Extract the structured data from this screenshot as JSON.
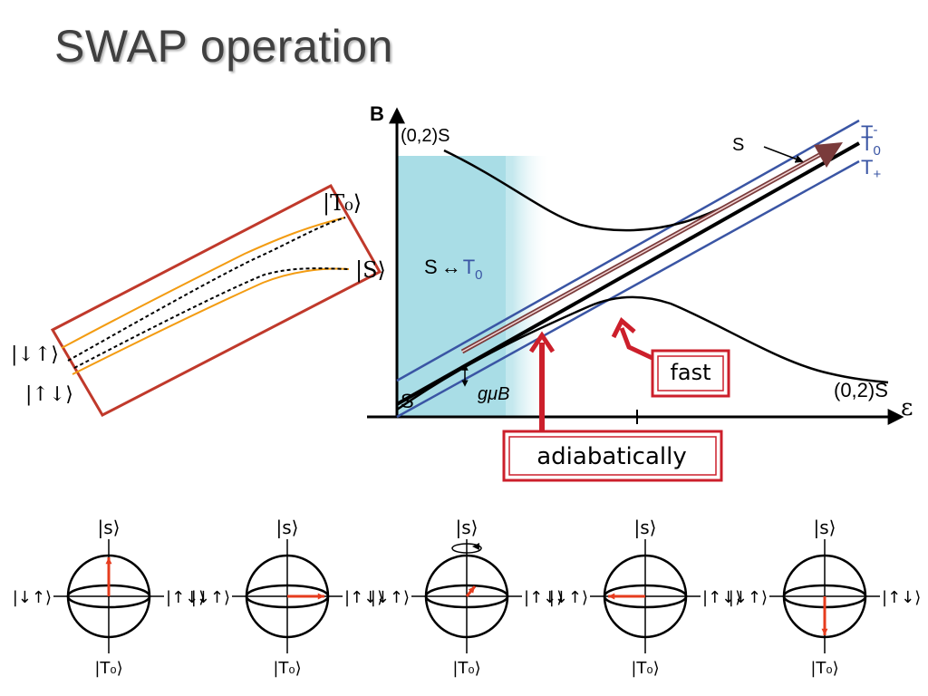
{
  "slide": {
    "title": "SWAP operation"
  },
  "left_diagram": {
    "label_t0": "|T₀⟩",
    "label_s": "|S⟩",
    "label_downup": "|↓↑⟩",
    "label_updown": "|↑↓⟩",
    "colors": {
      "frame": "#c0392b",
      "curves": "#f39c12"
    }
  },
  "energy_diagram": {
    "axis_b": "B",
    "axis_eps": "ε",
    "label_02s_top": "(0,2)S",
    "label_s_arrow": "S",
    "label_t_minus_main": "T",
    "label_t_minus_sub": "-",
    "label_t0_main": "T",
    "label_t0_sub": "0",
    "label_tplus_main": "T",
    "label_tplus_sub": "+",
    "label_mixing": "S",
    "label_mixing_t": "T",
    "label_mixing_sub": "0",
    "label_s_bottom": "S",
    "label_gub": "gμB",
    "label_02s_bottom": "(0,2)S",
    "colors": {
      "shade": "#a9dde6",
      "triplet": "#3a55a4",
      "arrow": "#7a3b3b"
    }
  },
  "callouts": {
    "fast": "fast",
    "adiabatic": "adiabatically",
    "color": "#cc1f2b"
  },
  "bloch": {
    "top_label": "|s⟩",
    "bottom_label": "|T₀⟩",
    "left_label": "|↓↑⟩",
    "right_label": "|↑↓⟩",
    "vector_color": "#e63c1e",
    "vector_states": [
      "up",
      "right",
      "tilted",
      "left",
      "down"
    ]
  }
}
